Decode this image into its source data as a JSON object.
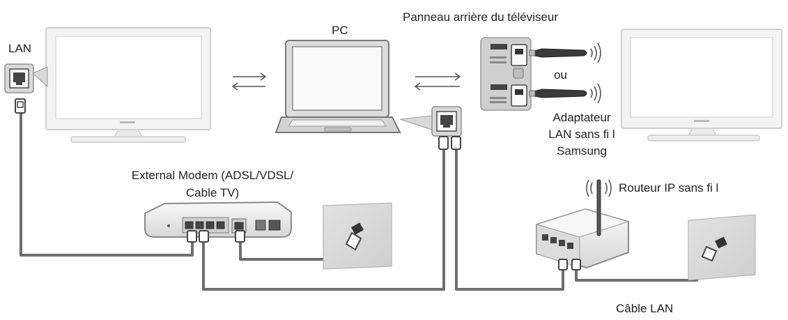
{
  "labels": {
    "lan": "LAN",
    "pc": "PC",
    "tv_rear_panel": "Panneau arrière du téléviseur",
    "ou": "ou",
    "adapter_line1": "Adaptateur",
    "adapter_line2": "LAN sans fi l",
    "adapter_line3": "Samsung",
    "modem_line1": "External Modem (ADSL/VDSL/",
    "modem_line2": "Cable TV)",
    "router": "Routeur IP sans fi l",
    "cable_lan": "Câble LAN"
  },
  "colors": {
    "cable": "#6e6e6e",
    "device_body": "#eeeeee",
    "device_edge": "#9a9a9a",
    "dark": "#3a3a3a"
  }
}
